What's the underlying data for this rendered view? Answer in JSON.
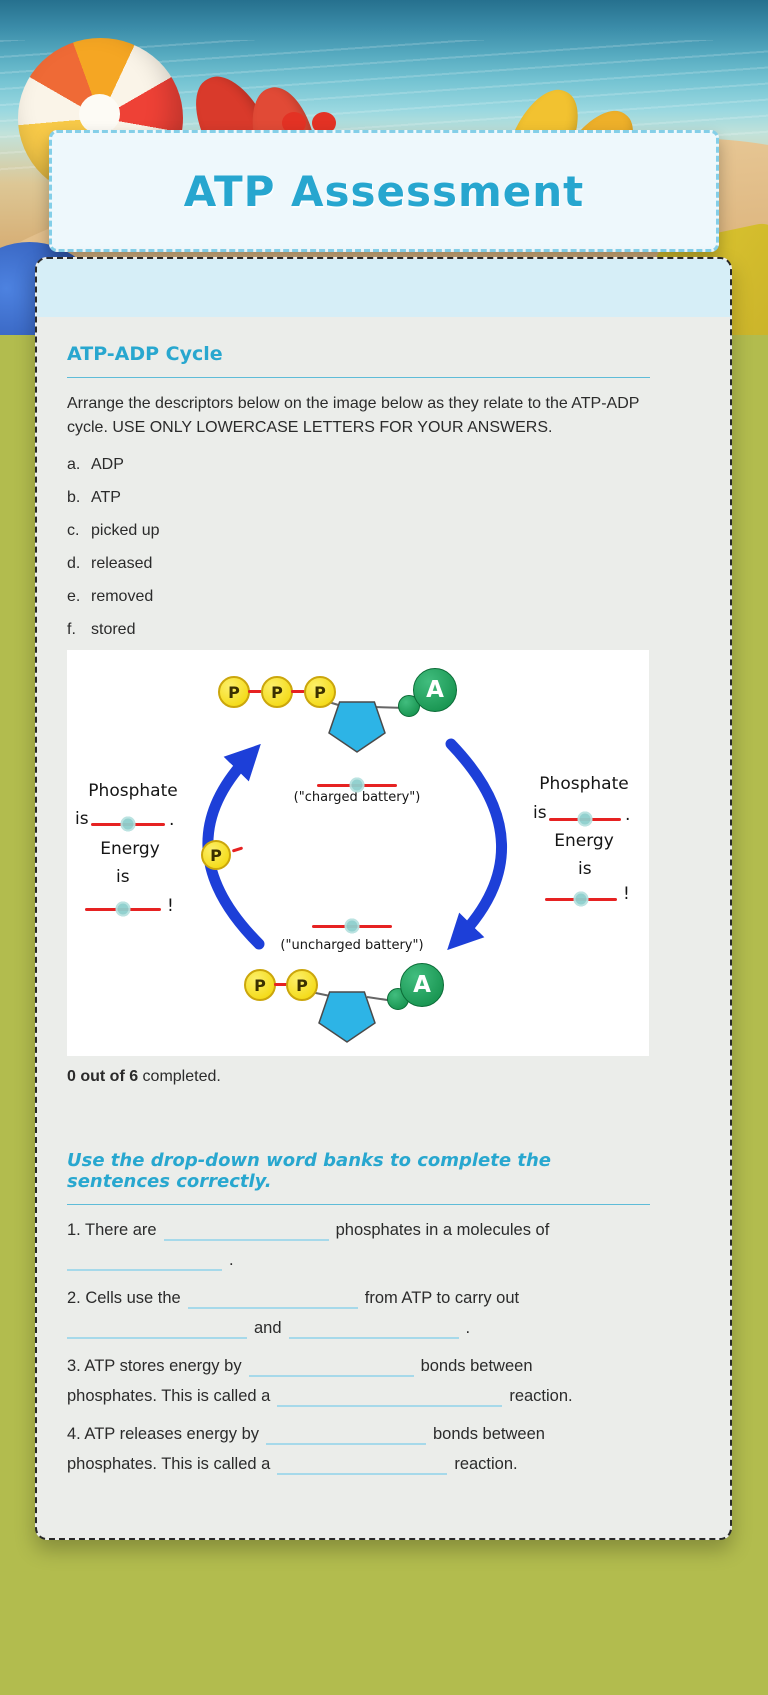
{
  "title": "ATP Assessment",
  "colors": {
    "accent": "#28a7cf",
    "page_background": "#b2bc4e",
    "blank_underline": "#a6d9ea",
    "answer_line_red": "#e62222",
    "drop_dot_teal": "#8ecfcd",
    "arrow_blue": "#1d3fd8",
    "phosphate_yellow": "#f2d500",
    "adenine_green": "#0e8a45",
    "ribose_blue": "#2db4e6"
  },
  "section1": {
    "heading": "ATP-ADP Cycle",
    "instructions": "Arrange the descriptors below on the image below as they relate to the ATP-ADP cycle. USE ONLY LOWERCASE LETTERS FOR YOUR ANSWERS.",
    "options": [
      {
        "letter": "a.",
        "label": "ADP"
      },
      {
        "letter": "b.",
        "label": "ATP"
      },
      {
        "letter": "c.",
        "label": "picked up"
      },
      {
        "letter": "d.",
        "label": "released"
      },
      {
        "letter": "e.",
        "label": "removed"
      },
      {
        "letter": "f.",
        "label": "stored"
      }
    ],
    "progress": {
      "count": "0 out of 6",
      "rest": " completed."
    }
  },
  "diagram": {
    "p": "P",
    "a": "A",
    "charged": "(\"charged battery\")",
    "uncharged": "(\"uncharged battery\")",
    "phosphate": "Phosphate",
    "is": "is",
    "energy": "Energy",
    "period": ".",
    "exclaim": "!"
  },
  "section2": {
    "heading": "Use the drop-down word banks to complete the sentences correctly.",
    "q1": {
      "t1": "1. There are",
      "t2": "phosphates in a molecules of",
      "t3": "."
    },
    "q2": {
      "t1": "2. Cells use the",
      "t2": "from ATP to carry out",
      "t3": "and",
      "t4": "."
    },
    "q3": {
      "t1": "3. ATP stores energy by",
      "t2": "bonds between",
      "t3": "phosphates. This is called a",
      "t4": "reaction."
    },
    "q4": {
      "t1": "4. ATP releases energy by",
      "t2": "bonds between",
      "t3": "phosphates. This is called a",
      "t4": "reaction."
    }
  }
}
